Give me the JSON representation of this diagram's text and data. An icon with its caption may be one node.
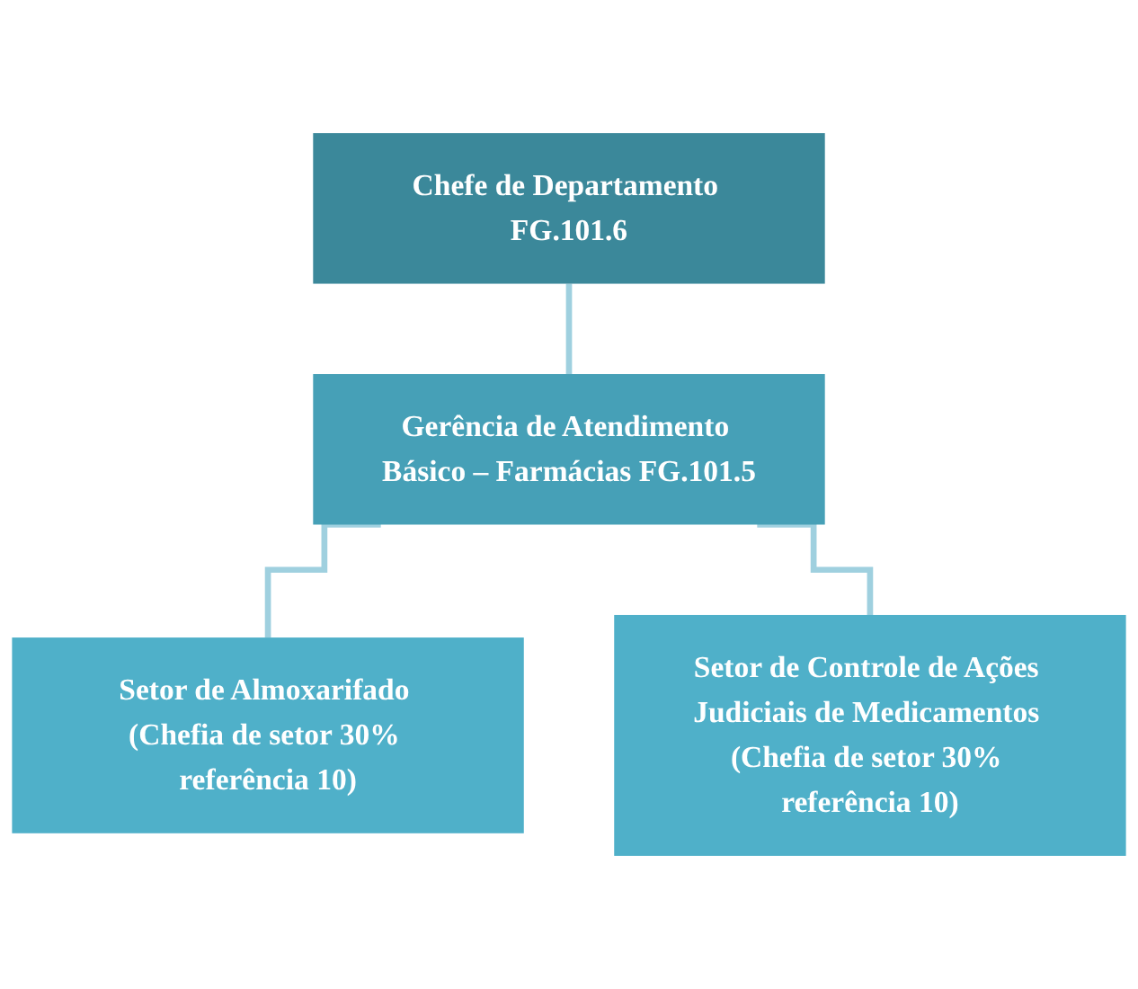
{
  "diagram": {
    "nodes": [
      {
        "text": [
          "Chefe de Departamento FG.101.6"
        ]
      },
      {
        "text": [
          "Gerência de Atendimento Básico – Farmácias FG.101.5"
        ]
      },
      {
        "text": [
          "Setor de Almoxarifado (Chefia de setor 30% referência 10)"
        ]
      },
      {
        "text": [
          "Setor de Controle de Ações Judiciais de Medicamentos (Chefia de setor 30% referência 10)"
        ]
      }
    ],
    "edges": [
      {
        "from": 0,
        "to": 1,
        "arrow": "none"
      },
      {
        "from": 1,
        "to": 2,
        "arrow": "none"
      },
      {
        "from": 1,
        "to": 3,
        "arrow": "none"
      }
    ]
  }
}
